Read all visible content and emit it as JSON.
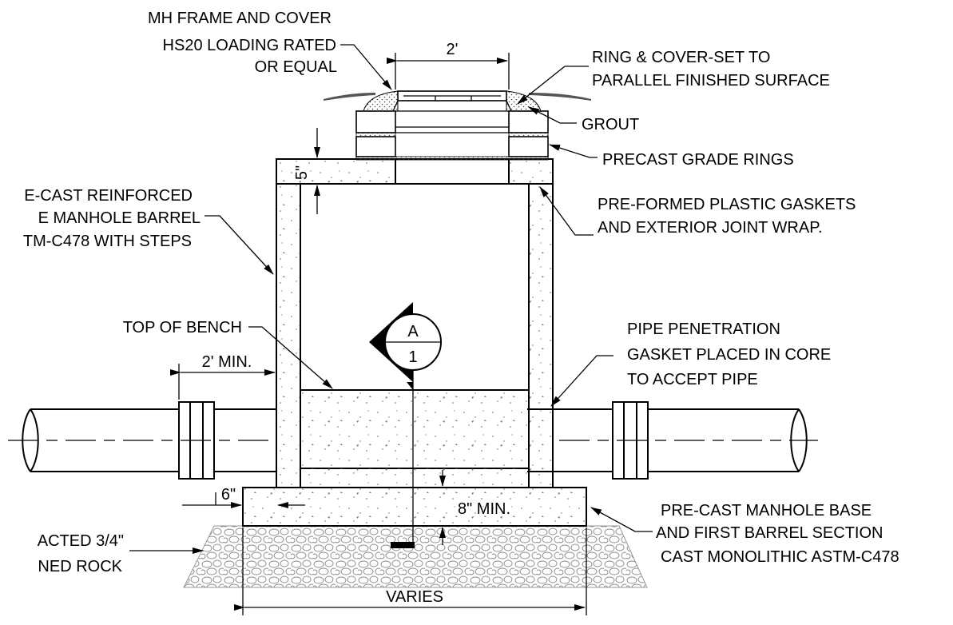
{
  "drawing": {
    "labels": {
      "mh_frame_1": "MH FRAME AND COVER",
      "mh_frame_2": "HS20 LOADING RATED",
      "mh_frame_3": "OR EQUAL",
      "ring_cover_1": "RING & COVER-SET TO",
      "ring_cover_2": "PARALLEL FINISHED SURFACE",
      "grout": "GROUT",
      "grade_rings": "PRECAST GRADE RINGS",
      "barrel_1": "E-CAST REINFORCED",
      "barrel_2": "E MANHOLE BARREL",
      "barrel_3": "TM-C478 WITH STEPS",
      "gaskets_1": "PRE-FORMED PLASTIC GASKETS",
      "gaskets_2": "AND EXTERIOR JOINT WRAP.",
      "top_bench": "TOP OF BENCH",
      "pipe_pen_1": "PIPE PENETRATION",
      "pipe_pen_2": "GASKET PLACED IN CORE",
      "pipe_pen_3": "TO ACCEPT PIPE",
      "base_1": "PRE-CAST MANHOLE BASE",
      "base_2": "AND FIRST BARREL SECTION",
      "base_3": "CAST MONOLITHIC ASTM-C478",
      "rock_1": "ACTED 3/4\"",
      "rock_2": "NED ROCK"
    },
    "dimensions": {
      "cover_width": "2'",
      "top_slab": "5\"",
      "pipe_min": "2' MIN.",
      "base_offset": "6\"",
      "base_min": "8\" MIN.",
      "base_width": "VARIES"
    },
    "section_marker": {
      "letter": "A",
      "number": "1"
    }
  }
}
